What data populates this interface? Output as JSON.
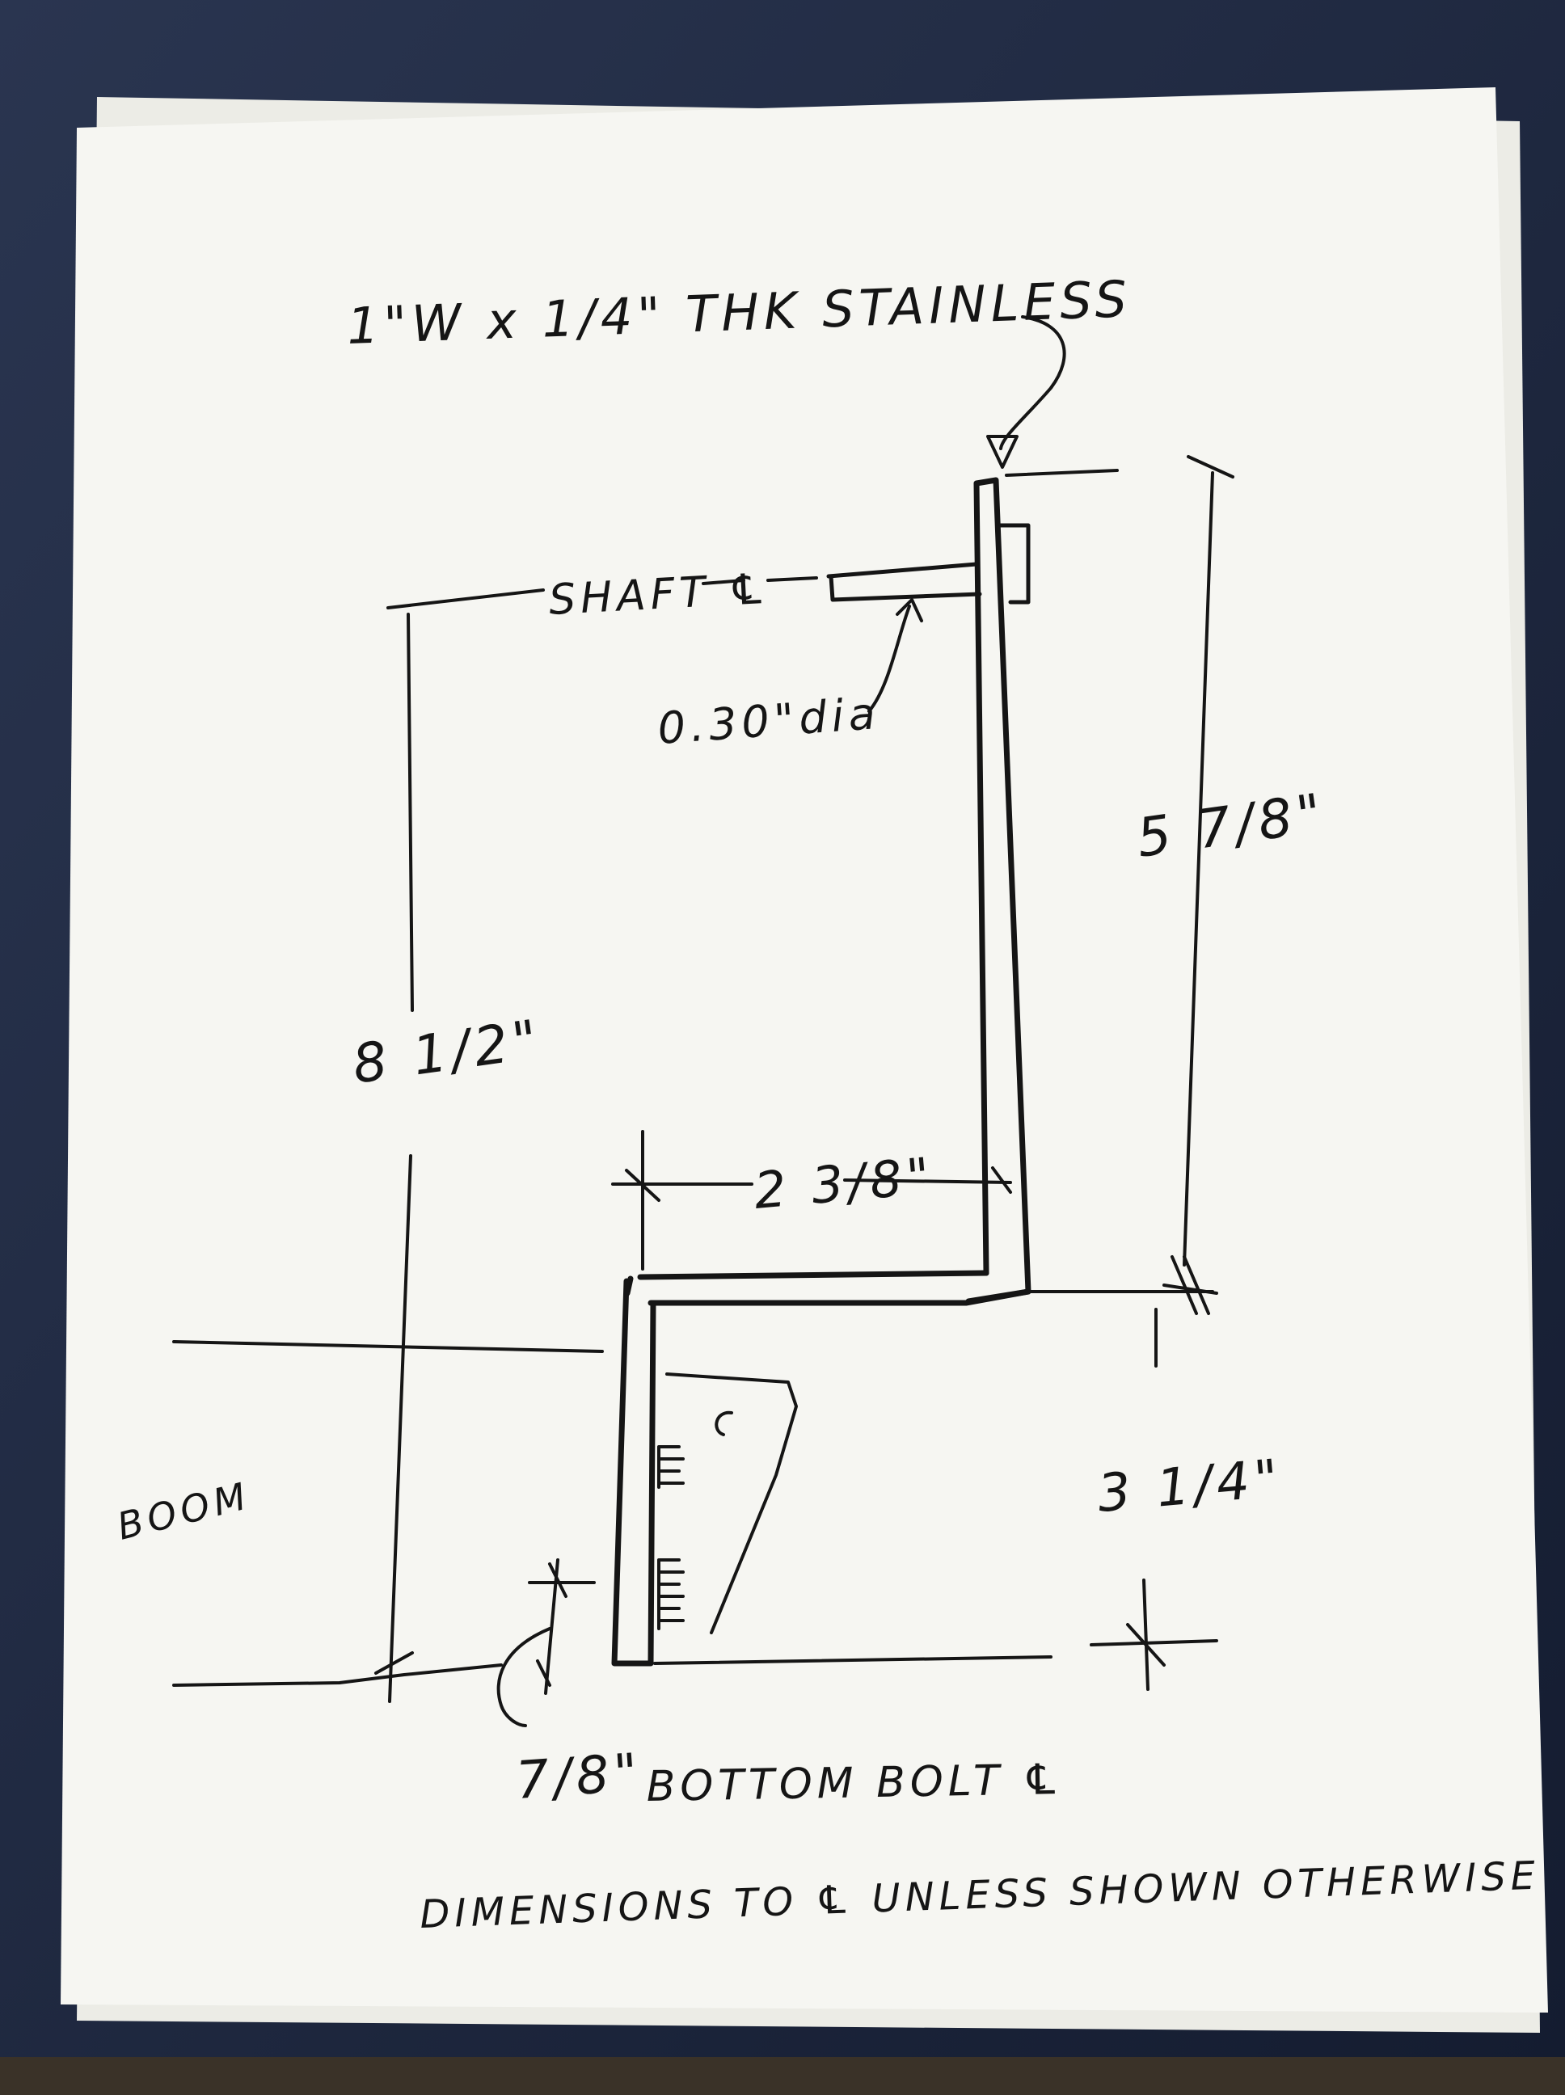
{
  "drawing": {
    "title_note": "1\"W x 1/4\" THK STAINLESS",
    "shaft_label": "SHAFT ℄",
    "shaft_dia": "0.30\"dia",
    "dim_overall_height": "8 1/2\"",
    "dim_upper_height": "5 7/8\"",
    "dim_offset_width": "2 3/8\"",
    "dim_lower_height": "3 1/4\"",
    "dim_bolt_offset": "7/8\"",
    "bolt_note": "BOTTOM BOLT ℄",
    "boom_label": "BOOM",
    "general_note": "DIMENSIONS TO ℄ UNLESS SHOWN OTHERWISE"
  },
  "colors": {
    "paper": "#f6f6f2",
    "ink": "#151515",
    "desk": "#1e2a42"
  }
}
